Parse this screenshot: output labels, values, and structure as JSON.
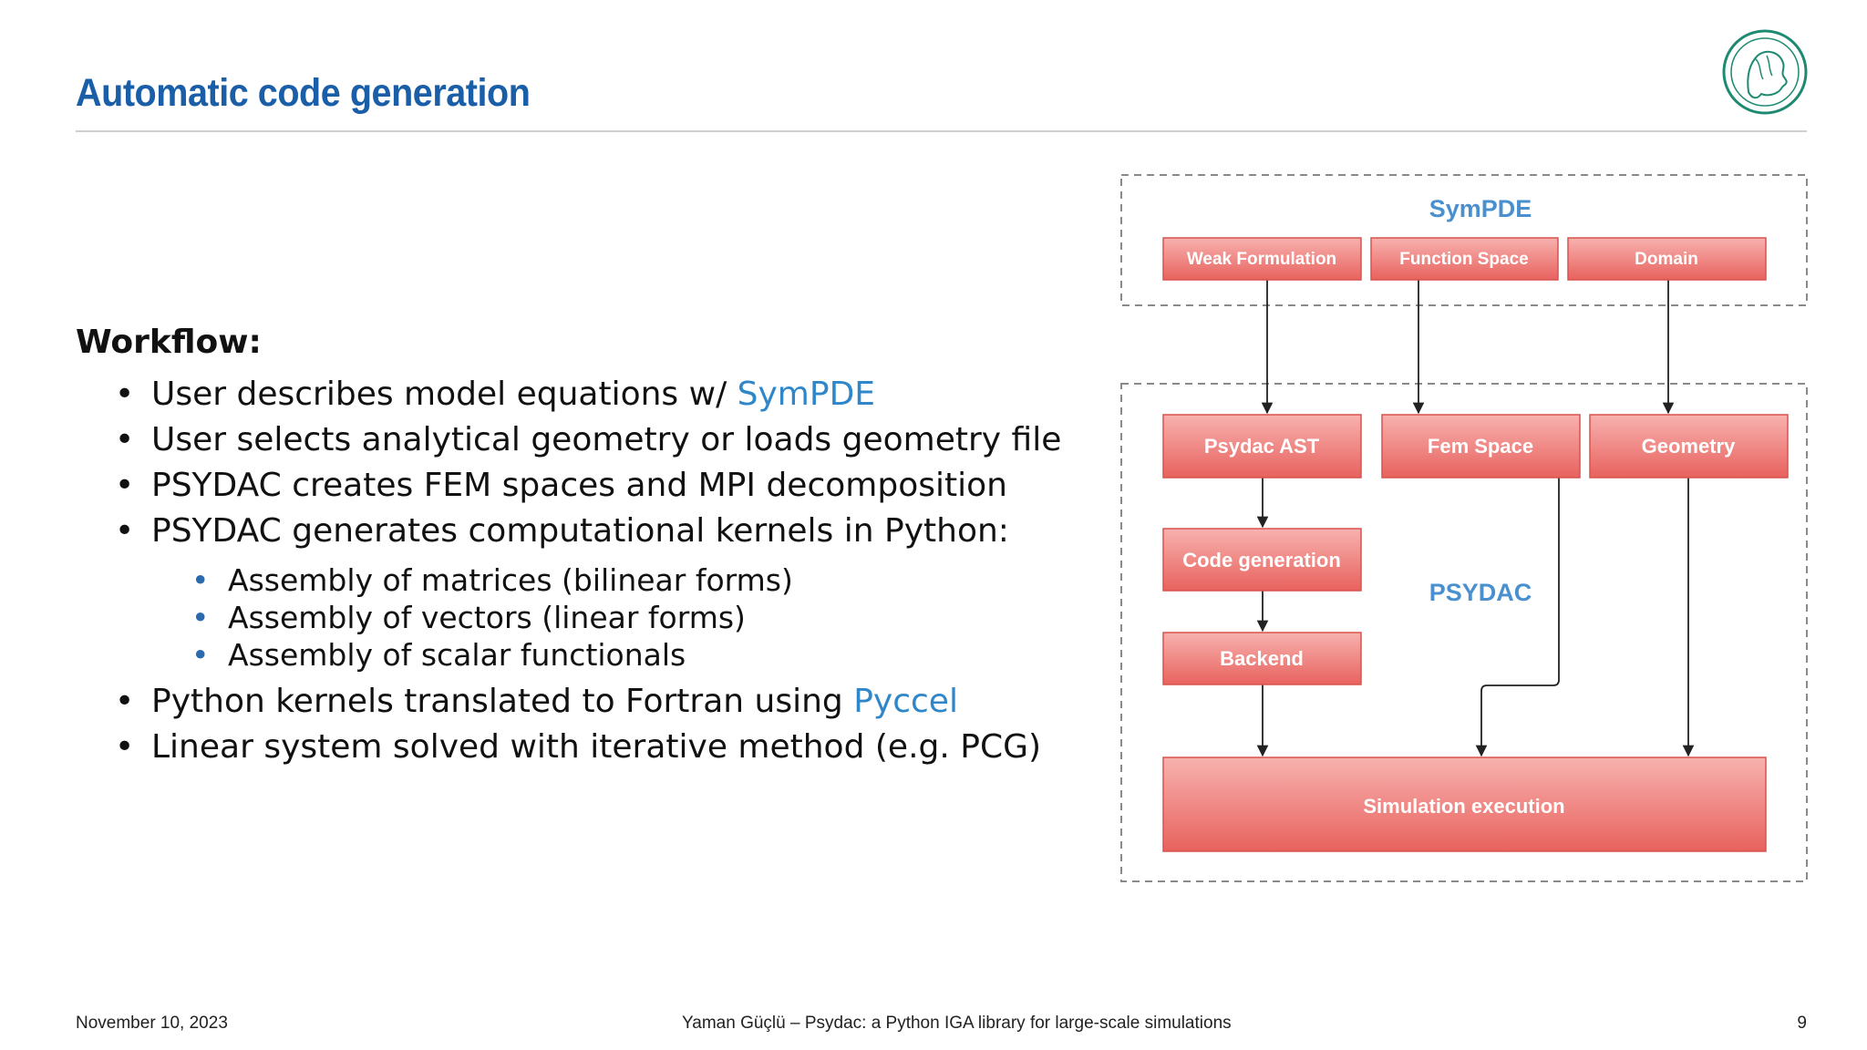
{
  "slide": {
    "title": "Automatic code generation",
    "workflow_label": "Workflow:",
    "bullets": [
      {
        "text": "User describes model equations w/ ",
        "link": "SymPDE"
      },
      {
        "text": "User selects analytical geometry or loads geometry file"
      },
      {
        "text": "PSYDAC creates FEM spaces and MPI decomposition"
      },
      {
        "text": "PSYDAC generates computational kernels in Python:"
      }
    ],
    "sub_bullets": [
      "Assembly of matrices (bilinear forms)",
      "Assembly of vectors (linear forms)",
      "Assembly of scalar functionals"
    ],
    "bullets_after": [
      {
        "text": "Python kernels translated to Fortran using ",
        "link": "Pyccel"
      },
      {
        "text": "Linear system solved with iterative method (e.g.  PCG)"
      }
    ]
  },
  "diagram": {
    "group_sympde": "SymPDE",
    "group_psydac": "PSYDAC",
    "weak_formulation": "Weak Formulation",
    "function_space": "Function Space",
    "domain": "Domain",
    "psydac_ast": "Psydac AST",
    "fem_space": "Fem Space",
    "geometry": "Geometry",
    "code_generation": "Code generation",
    "backend": "Backend",
    "simulation_execution": "Simulation execution"
  },
  "footer": {
    "date": "November 10, 2023",
    "center": "Yaman Güçlü – Psydac: a Python IGA library for large-scale simulations",
    "page": "9"
  },
  "colors": {
    "title": "#1a5ea8",
    "link": "#2f86c8",
    "group_label": "#4a90cf",
    "box_top": "#f6a7a4",
    "box_bottom": "#e8605c",
    "box_border": "#d9534f"
  }
}
